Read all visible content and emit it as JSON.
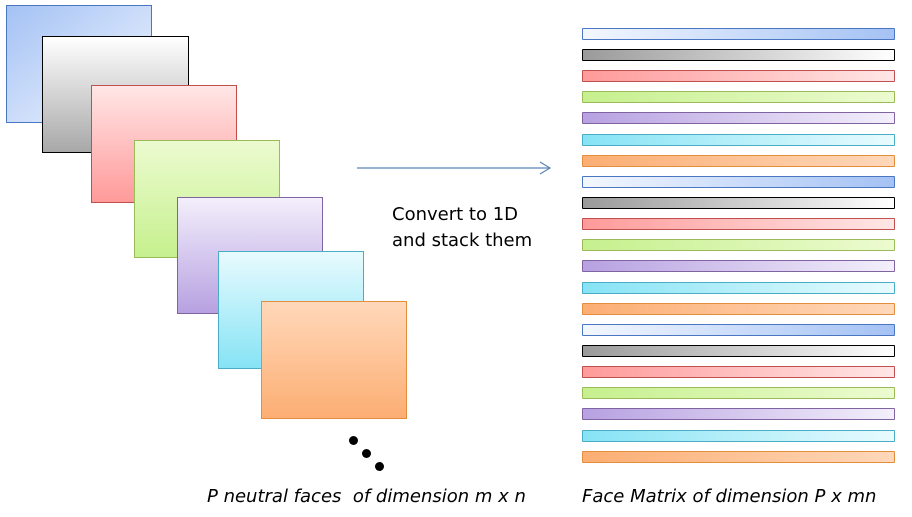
{
  "diagram": {
    "faces": [
      {
        "name": "blue",
        "color_start": "#a4c2f4",
        "color_end": "#f3f7ff",
        "border": "#4a76c2"
      },
      {
        "name": "gray",
        "color_start": "#ffffff",
        "color_end": "#a8a8a8",
        "border": "#000000"
      },
      {
        "name": "red",
        "color_start": "#ffe6e6",
        "color_end": "#ff9a9a",
        "border": "#c0504d"
      },
      {
        "name": "green",
        "color_start": "#ecfbd0",
        "color_end": "#c6f08e",
        "border": "#9bbb59"
      },
      {
        "name": "purple",
        "color_start": "#f3effb",
        "color_end": "#b7a1e1",
        "border": "#8064a2"
      },
      {
        "name": "cyan",
        "color_start": "#e8fbfe",
        "color_end": "#86e3f5",
        "border": "#4bacc6"
      },
      {
        "name": "orange",
        "color_start": "#ffd8ba",
        "color_end": "#fcae73",
        "border": "#e58d3e"
      }
    ],
    "strip_pattern": [
      "blue",
      "gray",
      "red",
      "green",
      "purple",
      "cyan",
      "orange"
    ],
    "strip_group_count": 3,
    "convert_text": {
      "line1": "Convert to 1D",
      "line2": "and stack them"
    },
    "caption_left": "P neutral faces  of dimension m x n",
    "caption_right": "Face Matrix of dimension P x mn",
    "arrow_color": "#5a86b8"
  }
}
